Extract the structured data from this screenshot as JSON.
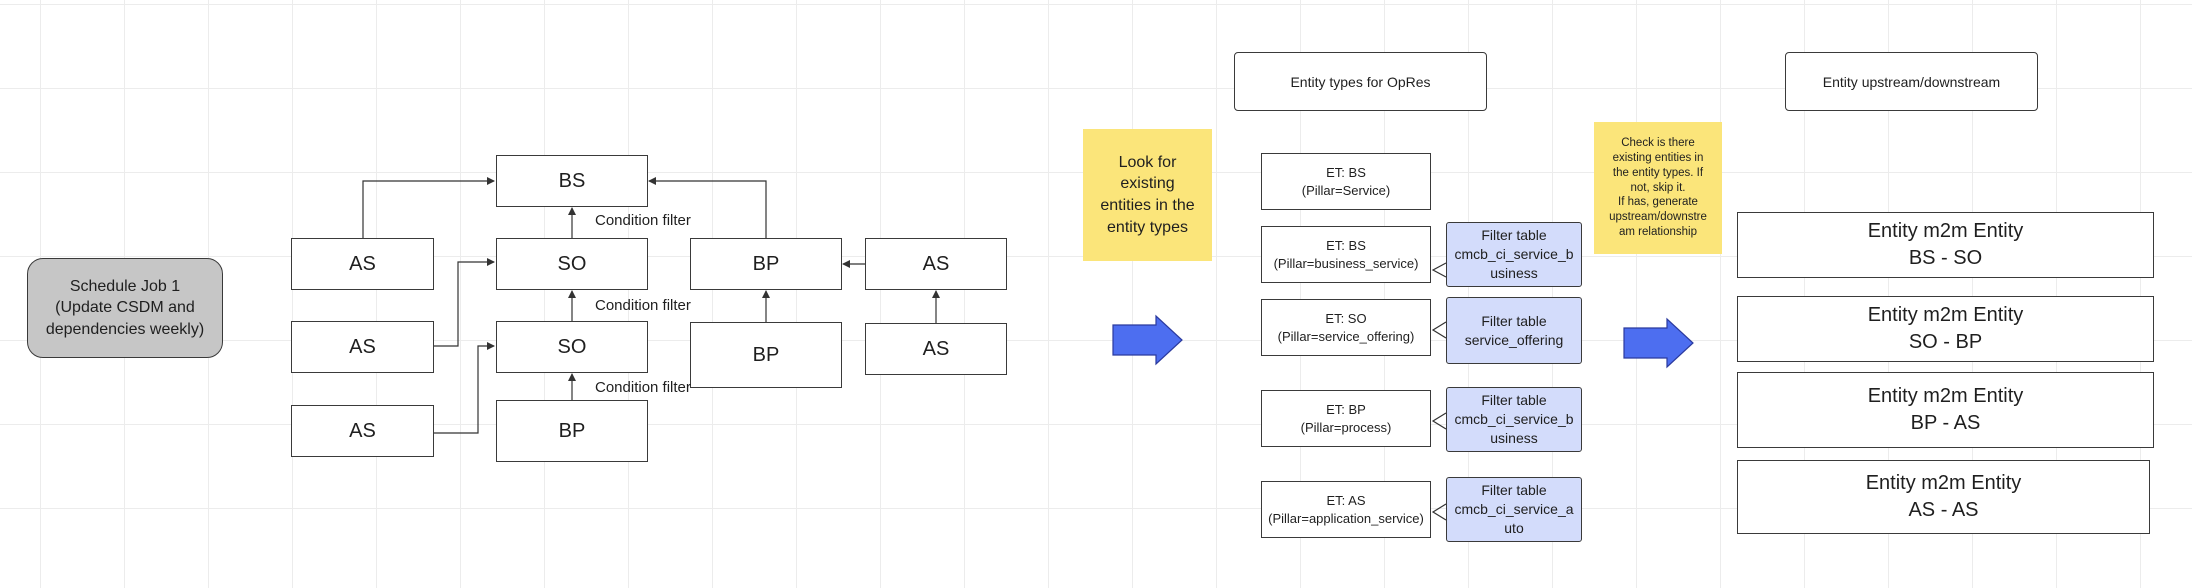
{
  "schedule_job": "Schedule Job 1\n(Update CSDM  and\ndependencies weekly)",
  "hierarchy": {
    "bs": "BS",
    "so_top": "SO",
    "so_bottom": "SO",
    "bp_bottom": "BP",
    "bp_right": "BP",
    "bp_right_bottom": "BP",
    "as_left_1": "AS",
    "as_left_2": "AS",
    "as_left_3": "AS",
    "as_right_1": "AS",
    "as_right_2": "AS",
    "condition_filter_1": "Condition filter",
    "condition_filter_2": "Condition filter",
    "condition_filter_3": "Condition filter"
  },
  "note_look": "Look for\nexisting\nentities in the\nentity types",
  "entity_types": {
    "header": "Entity types for OpRes",
    "items": [
      {
        "label": "ET: BS\n(Pillar=Service)"
      },
      {
        "label": "ET: BS\n(Pillar=business_service)",
        "filter": "Filter table\ncmcb_ci_service_b\nusiness"
      },
      {
        "label": "ET: SO\n(Pillar=service_offering)",
        "filter": "Filter table\nservice_offering"
      },
      {
        "label": "ET: BP\n(Pillar=process)",
        "filter": "Filter table\ncmcb_ci_service_b\nusiness"
      },
      {
        "label": "ET: AS\n(Pillar=application_service)",
        "filter": "Filter table\ncmcb_ci_service_a\nuto"
      }
    ]
  },
  "note_check": "Check is there\nexisting entities in\nthe entity types. If\nnot, skip it.\nIf has, generate\nupstream/downstre\nam relationship",
  "relationships": {
    "header": "Entity upstream/downstream",
    "items": [
      "Entity m2m Entity\nBS - SO",
      "Entity m2m Entity\nSO - BP",
      "Entity m2m Entity\nBP - AS",
      "Entity m2m Entity\nAS - AS"
    ]
  },
  "colors": {
    "arrow_fill": "#4d6ef0",
    "filter_fill": "#d3dcfb",
    "sticky_note": "#fbe57a",
    "schedule_fill": "#c6c6c6"
  }
}
